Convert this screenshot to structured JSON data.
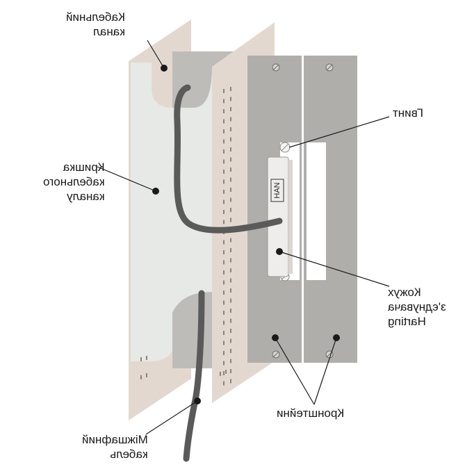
{
  "labels": {
    "cable_channel": [
      "Кабельний",
      "канал"
    ],
    "screw": [
      "Гвинт"
    ],
    "channel_cover": [
      "Кришка",
      "кабельного",
      "каналу"
    ],
    "harting_housing": [
      "Кожух",
      "з'єднувача",
      "Harting"
    ],
    "connector_text": "HAN",
    "brackets": [
      "Кронштейни"
    ],
    "intercabinet_cable": [
      "Міжшафний",
      "кабель"
    ]
  },
  "colors": {
    "duct_back": "#e3d8cf",
    "duct_cover": "#e6e9e6",
    "duct_channel": "#bdbcb8",
    "bracket": "#b0aeab",
    "cable": "#5a5a5a",
    "connector": "#efedeb",
    "line": "#1a1a1a"
  }
}
